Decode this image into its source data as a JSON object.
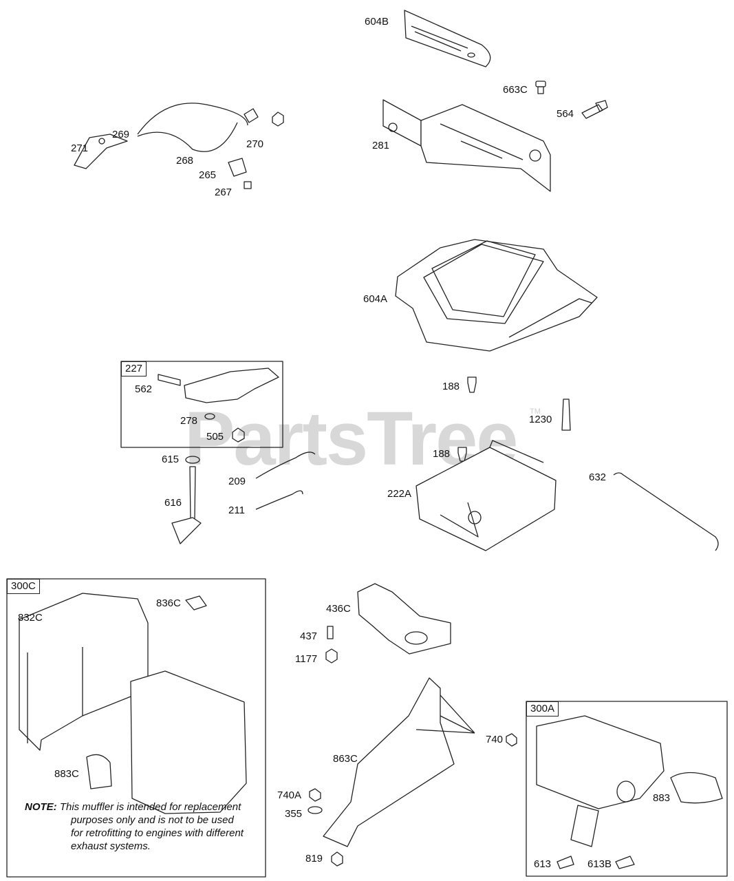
{
  "watermark": {
    "text": "PartsTree",
    "trademark": "TM"
  },
  "callouts": {
    "p604B": "604B",
    "p663C": "663C",
    "p564": "564",
    "p281": "281",
    "p269": "269",
    "p271": "271",
    "p268": "268",
    "p270": "270",
    "p265": "265",
    "p267": "267",
    "p604A": "604A",
    "p227": "227",
    "p562": "562",
    "p278": "278",
    "p505": "505",
    "p188a": "188",
    "p188b": "188",
    "p1230": "1230",
    "p222A": "222A",
    "p632": "632",
    "p615": "615",
    "p616": "616",
    "p209": "209",
    "p211": "211",
    "p300C": "300C",
    "p836C": "836C",
    "p832C": "832C",
    "p883C": "883C",
    "p436C": "436C",
    "p437": "437",
    "p1177": "1177",
    "p740": "740",
    "p863C": "863C",
    "p740A": "740A",
    "p355": "355",
    "p819": "819",
    "p300A": "300A",
    "p883": "883",
    "p613": "613",
    "p613B": "613B"
  },
  "note": {
    "prefix": "NOTE:",
    "line1": "This muffler is intended for replacement",
    "line2": "purposes only and is not to be used",
    "line3": "for retrofitting to engines with different",
    "line4": "exhaust systems."
  }
}
